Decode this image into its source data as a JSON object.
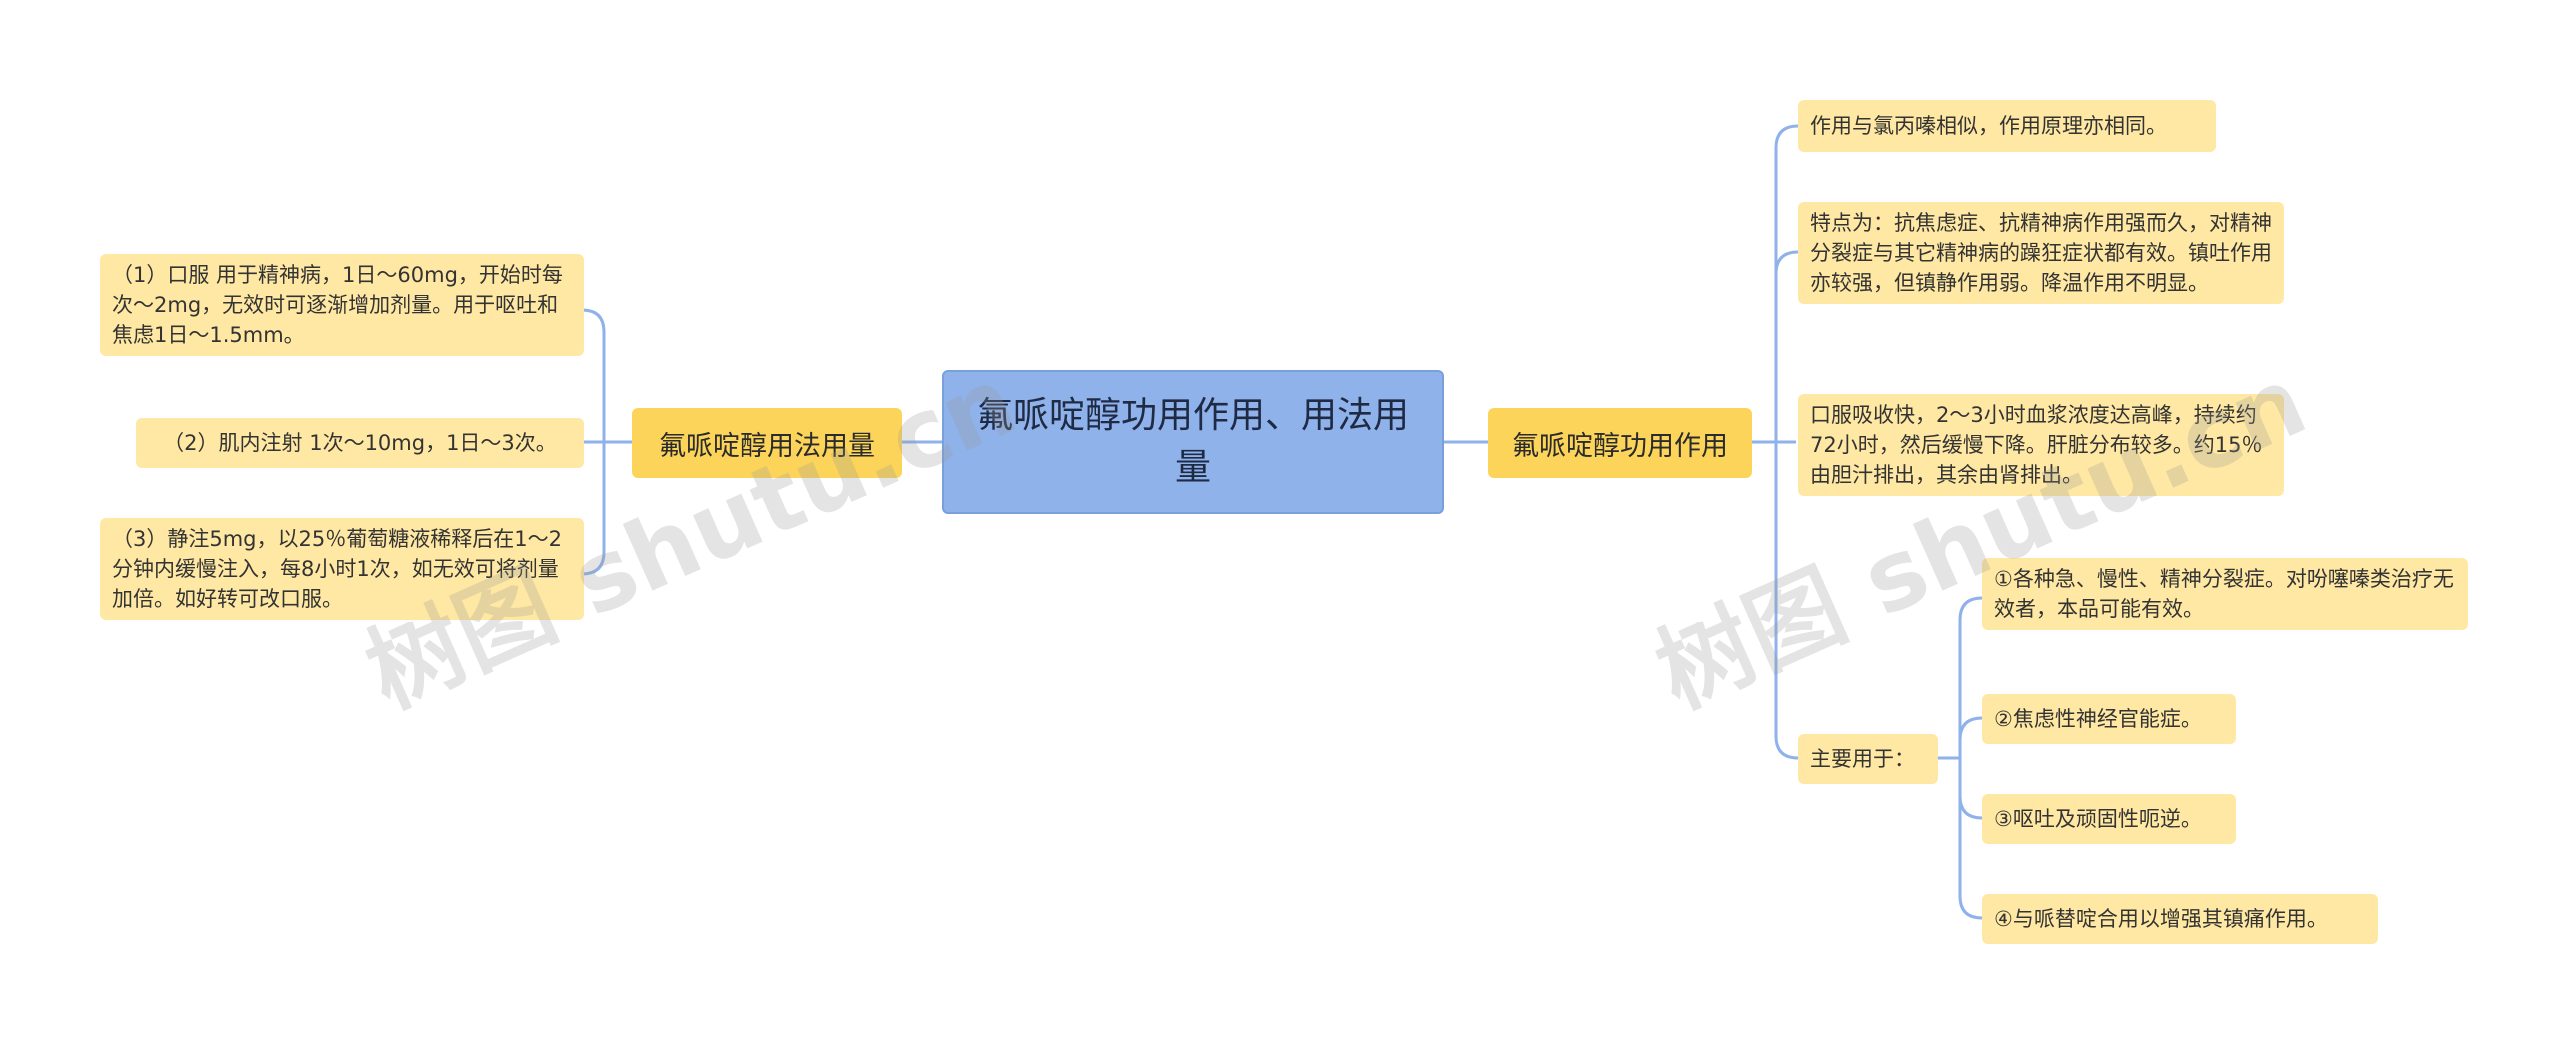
{
  "root": {
    "title": "氟哌啶醇功用作用、用法用量"
  },
  "left_branch": {
    "label": "氟哌啶醇用法用量",
    "items": [
      "（1）口服 用于精神病，1日～60mg，开始时每次～2mg，无效时可逐渐增加剂量。用于呕吐和焦虑1日～1.5mm。",
      "（2）肌内注射 1次～10mg，1日～3次。",
      "（3）静注5mg，以25％葡萄糖液稀释后在1～2分钟内缓慢注入，每8小时1次，如无效可将剂量加倍。如好转可改口服。"
    ]
  },
  "right_branch": {
    "label": "氟哌啶醇功用作用",
    "items": [
      "作用与氯丙嗪相似，作用原理亦相同。",
      "特点为：抗焦虑症、抗精神病作用强而久，对精神分裂症与其它精神病的躁狂症状都有效。镇吐作用亦较强，但镇静作用弱。降温作用不明显。",
      "口服吸收快，2～3小时血浆浓度达高峰，持续约72小时，然后缓慢下降。肝脏分布较多。约15％由胆汁排出，其余由肾排出。"
    ],
    "main_use": {
      "label": "主要用于：",
      "items": [
        "①各种急、慢性、精神分裂症。对吩噻嗪类治疗无效者，本品可能有效。",
        "②焦虑性神经官能症。",
        "③呕吐及顽固性呃逆。",
        "④与哌替啶合用以增强其镇痛作用。"
      ]
    }
  },
  "watermark": {
    "text": "树图 shutu.cn"
  },
  "colors": {
    "root": "#8fb2ea",
    "branch": "#fcd45a",
    "leaf": "#ffe8a3",
    "line": "#8fb2ea"
  }
}
